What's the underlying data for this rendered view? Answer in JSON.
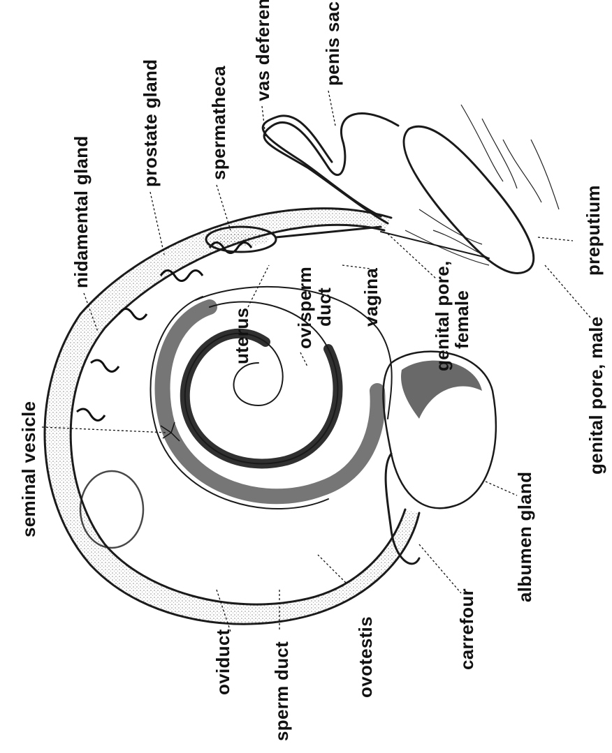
{
  "labels": {
    "seminal_vesicle": "seminal vesicle",
    "nidamental_gland": "nidamental gland",
    "prostate_gland": "prostate gland",
    "spermatheca": "spermatheca",
    "vas_deferens": "vas deferens",
    "penis_sac": "penis sac",
    "preputium": "preputium",
    "genital_pore_male": "genital pore, male",
    "genital_pore_female_1": "genital pore,",
    "genital_pore_female_2": "female",
    "vagina": "vagina",
    "ovisperm_duct_1": "ovisperm",
    "ovisperm_duct_2": "duct",
    "uterus": "uterus",
    "albumen_gland": "albumen gland",
    "carrefour": "carrefour",
    "ovotestis": "ovotestis",
    "sperm_duct": "sperm duct",
    "oviduct": "oviduct"
  }
}
